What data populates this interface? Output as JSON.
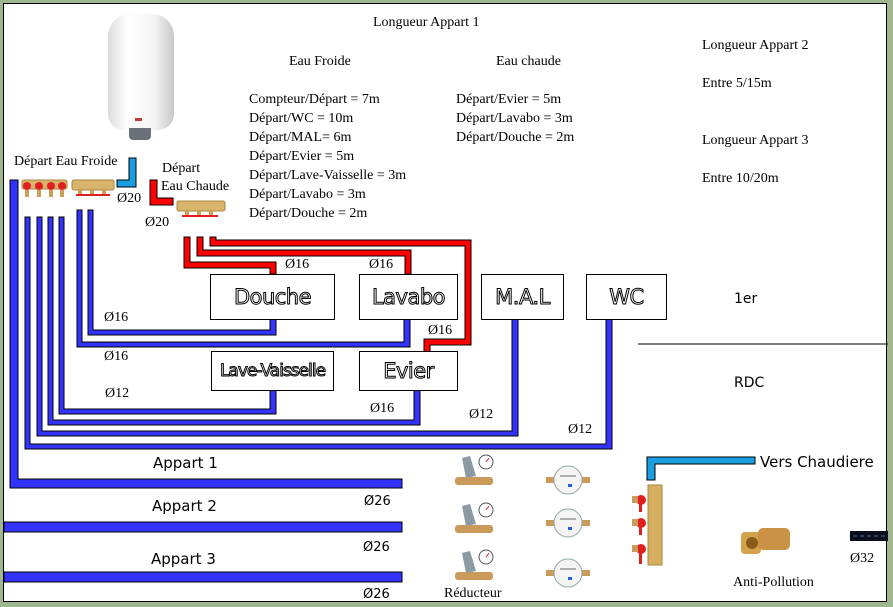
{
  "title": "Longueur Appart 1",
  "eau_froide": {
    "heading": "Eau Froide",
    "lines": [
      "Compteur/Départ = 7m",
      "Départ/WC = 10m",
      "Départ/MAL= 6m",
      "Départ/Evier = 5m",
      "Départ/Lave-Vaisselle = 3m",
      "Départ/Lavabo = 3m",
      "Départ/Douche = 2m"
    ]
  },
  "eau_chaude": {
    "heading": "Eau chaude",
    "lines": [
      "Départ/Evier = 5m",
      "Départ/Lavabo = 3m",
      "Départ/Douche = 2m"
    ]
  },
  "appart2": {
    "title": "Longueur Appart 2",
    "range": "Entre 5/15m"
  },
  "appart3": {
    "title": "Longueur Appart 3",
    "range": "Entre 10/20m"
  },
  "labels": {
    "depart_froide": "Départ Eau Froide",
    "depart_chaude_1": "Départ",
    "depart_chaude_2": "Eau Chaude",
    "floor_1": "1er",
    "floor_rdc": "RDC",
    "appart_1": "Appart 1",
    "appart_2": "Appart 2",
    "appart_3": "Appart 3",
    "vers_chaudiere": "Vers Chaudiere",
    "reducteur": "Réducteur",
    "anti_pollution": "Anti-Pollution"
  },
  "rooms": {
    "douche": "Douche",
    "lavabo": "Lavabo",
    "mal": "M.A.L",
    "wc": "WC",
    "lave_vaisselle": "Lave-Vaisselle",
    "evier": "Evier"
  },
  "diameters": {
    "cold_main": "Ø20",
    "hot_main": "Ø20",
    "douche_hot": "Ø16",
    "lavabo_hot": "Ø16",
    "evier_hot": "Ø16",
    "douche_cold": "Ø16",
    "lavabo_cold": "Ø16",
    "lave_vaisselle_cold": "Ø12",
    "evier_cold": "Ø16",
    "mal_cold": "Ø12",
    "wc_cold": "Ø12",
    "appart_1": "Ø26",
    "appart_2": "Ø26",
    "appart_3": "Ø26",
    "arrivee": "Ø32"
  },
  "colors": {
    "cold": "#3333ff",
    "hot": "#ff0000",
    "boiler": "#1a9ee0",
    "frame": "#9fb78f"
  }
}
